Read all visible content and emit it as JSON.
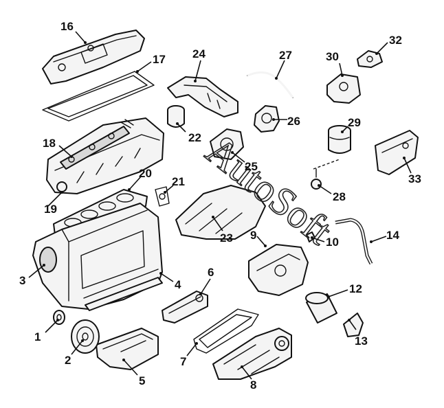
{
  "watermark": {
    "text": "AutoSoft"
  },
  "callouts": {
    "c1": "1",
    "c2": "2",
    "c3": "3",
    "c4": "4",
    "c5": "5",
    "c6": "6",
    "c7": "7",
    "c8": "8",
    "c9": "9",
    "c10": "10",
    "c12": "12",
    "c13": "13",
    "c14": "14",
    "c16": "16",
    "c17": "17",
    "c18": "18",
    "c19": "19",
    "c20": "20",
    "c21": "21",
    "c22": "22",
    "c23": "23",
    "c24": "24",
    "c25": "25",
    "c26": "26",
    "c27": "27",
    "c28": "28",
    "c29": "29",
    "c30": "30",
    "c32": "32",
    "c33": "33"
  }
}
